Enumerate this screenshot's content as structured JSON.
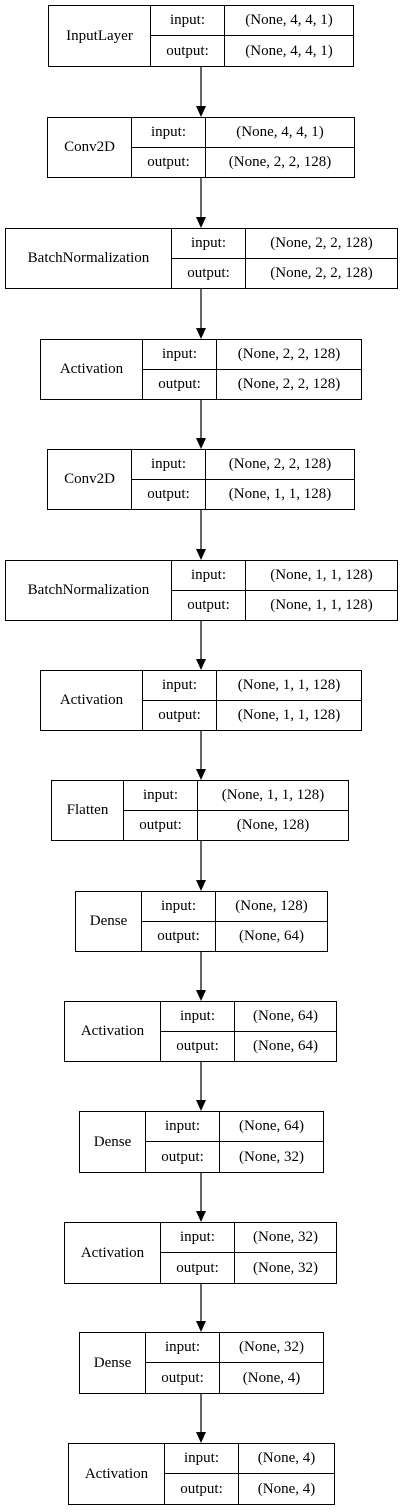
{
  "layers": [
    {
      "name": "InputLayer",
      "input_label": "input:",
      "output_label": "output:",
      "input": "(None, 4, 4, 1)",
      "output": "(None, 4, 4, 1)"
    },
    {
      "name": "Conv2D",
      "input_label": "input:",
      "output_label": "output:",
      "input": "(None, 4, 4, 1)",
      "output": "(None, 2, 2, 128)"
    },
    {
      "name": "BatchNormalization",
      "input_label": "input:",
      "output_label": "output:",
      "input": "(None, 2, 2, 128)",
      "output": "(None, 2, 2, 128)"
    },
    {
      "name": "Activation",
      "input_label": "input:",
      "output_label": "output:",
      "input": "(None, 2, 2, 128)",
      "output": "(None, 2, 2, 128)"
    },
    {
      "name": "Conv2D",
      "input_label": "input:",
      "output_label": "output:",
      "input": "(None, 2, 2, 128)",
      "output": "(None, 1, 1, 128)"
    },
    {
      "name": "BatchNormalization",
      "input_label": "input:",
      "output_label": "output:",
      "input": "(None, 1, 1, 128)",
      "output": "(None, 1, 1, 128)"
    },
    {
      "name": "Activation",
      "input_label": "input:",
      "output_label": "output:",
      "input": "(None, 1, 1, 128)",
      "output": "(None, 1, 1, 128)"
    },
    {
      "name": "Flatten",
      "input_label": "input:",
      "output_label": "output:",
      "input": "(None, 1, 1, 128)",
      "output": "(None, 128)"
    },
    {
      "name": "Dense",
      "input_label": "input:",
      "output_label": "output:",
      "input": "(None, 128)",
      "output": "(None, 64)"
    },
    {
      "name": "Activation",
      "input_label": "input:",
      "output_label": "output:",
      "input": "(None, 64)",
      "output": "(None, 64)"
    },
    {
      "name": "Dense",
      "input_label": "input:",
      "output_label": "output:",
      "input": "(None, 64)",
      "output": "(None, 32)"
    },
    {
      "name": "Activation",
      "input_label": "input:",
      "output_label": "output:",
      "input": "(None, 32)",
      "output": "(None, 32)"
    },
    {
      "name": "Dense",
      "input_label": "input:",
      "output_label": "output:",
      "input": "(None, 32)",
      "output": "(None, 4)"
    },
    {
      "name": "Activation",
      "input_label": "input:",
      "output_label": "output:",
      "input": "(None, 4)",
      "output": "(None, 4)"
    }
  ]
}
